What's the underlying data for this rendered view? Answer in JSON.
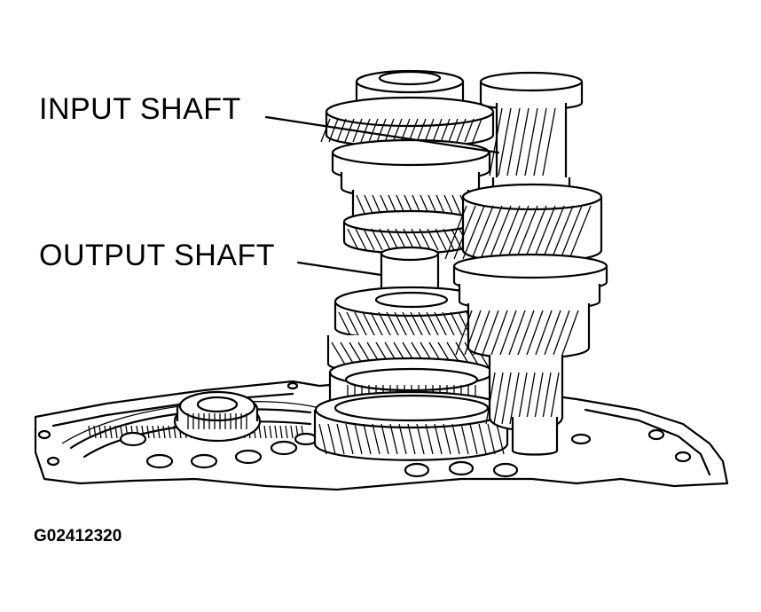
{
  "labels": {
    "input_shaft": "INPUT SHAFT",
    "output_shaft": "OUTPUT SHAFT",
    "figure_code": "G02412320"
  },
  "colors": {
    "ink": "#000000",
    "paper": "#ffffff"
  }
}
